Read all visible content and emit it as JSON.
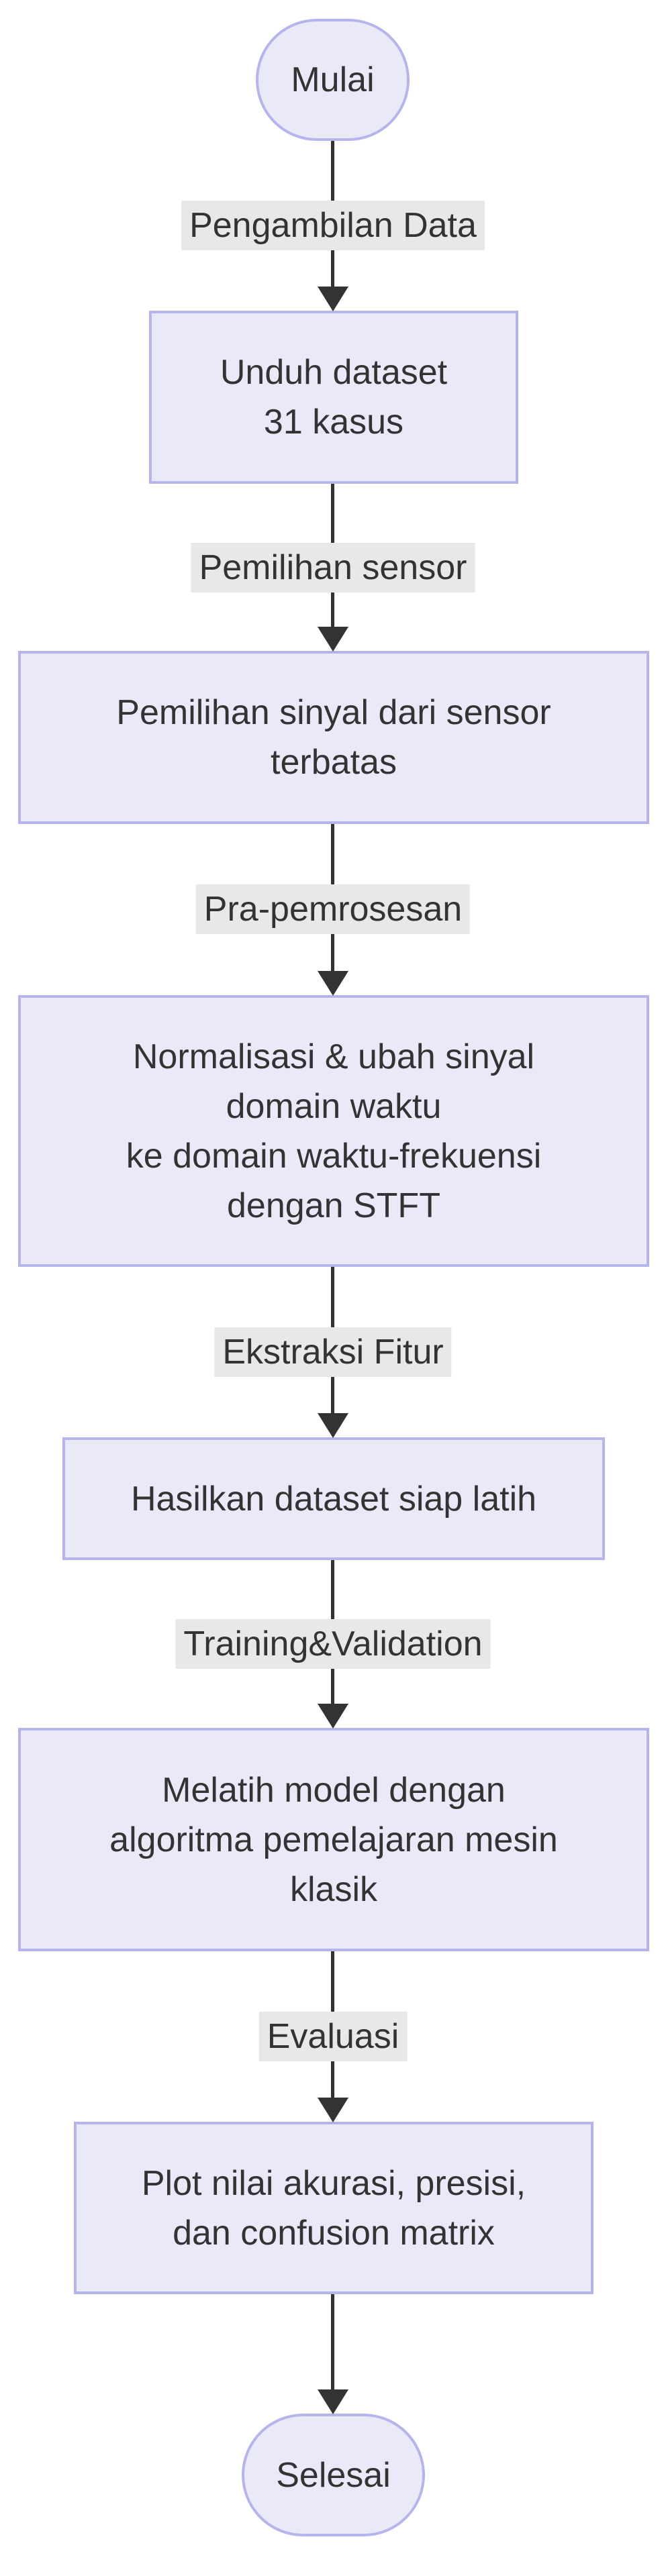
{
  "diagram": {
    "type": "flowchart-top-down",
    "start_label": "Mulai",
    "end_label": "Selesai",
    "edge_labels": [
      "Pengambilan Data",
      "Pemilihan sensor",
      "Pra-pemrosesan",
      "Ekstraksi Fitur",
      "Training&Validation",
      "Evaluasi"
    ],
    "nodes": [
      {
        "lines": [
          "Unduh dataset",
          "31 kasus"
        ]
      },
      {
        "lines": [
          "Pemilihan sinyal dari sensor",
          "terbatas"
        ]
      },
      {
        "lines": [
          "Normalisasi & ubah sinyal",
          "domain waktu",
          "ke domain waktu-frekuensi",
          "dengan STFT"
        ]
      },
      {
        "lines": [
          "Hasilkan dataset siap latih"
        ]
      },
      {
        "lines": [
          "Melatih model dengan",
          "algoritma pemelajaran mesin",
          "klasik"
        ]
      },
      {
        "lines": [
          "Plot nilai akurasi, presisi,",
          "dan confusion matrix"
        ]
      }
    ],
    "colors": {
      "node_fill": "#e9e9f8",
      "node_border": "#b5b5ec",
      "label_bg": "#e8e8e8",
      "text": "#333333",
      "line": "#333333"
    }
  }
}
